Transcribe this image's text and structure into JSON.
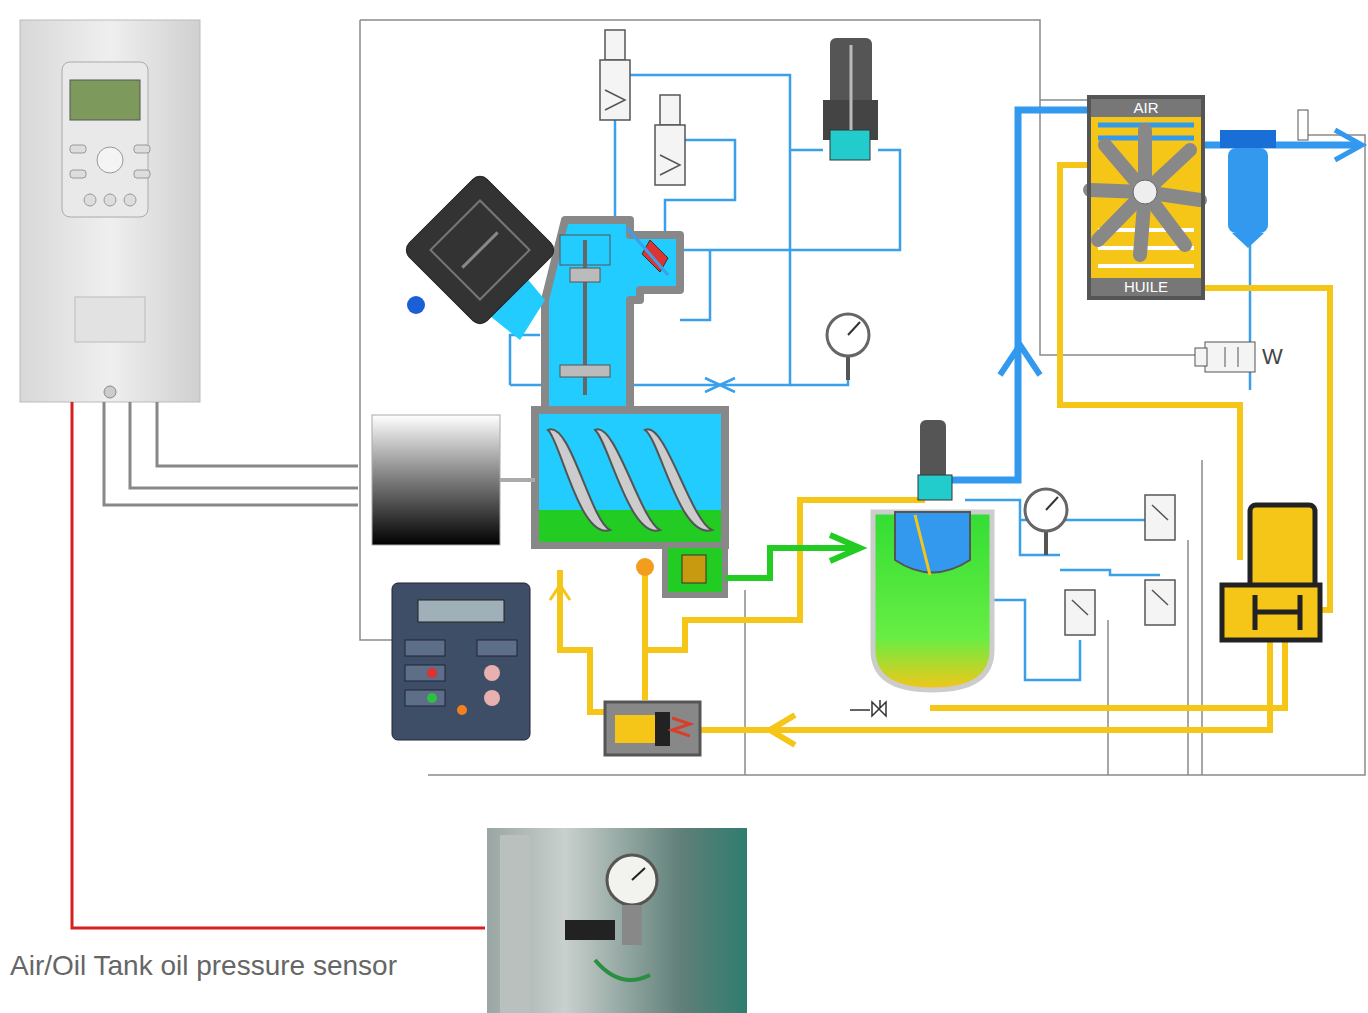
{
  "diagram": {
    "nodes": [
      {
        "text": [
          "AIR",
          "HUILE"
        ]
      }
    ],
    "labels": [
      "W",
      "Air/Oil Tank oil pressure sensor"
    ]
  }
}
